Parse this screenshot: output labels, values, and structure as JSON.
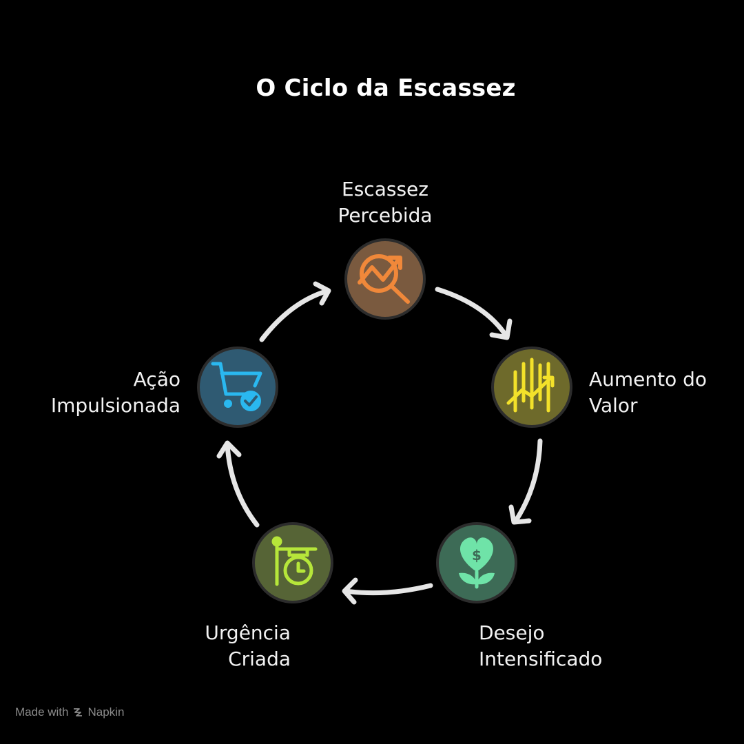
{
  "title": "O Ciclo da Escassez",
  "nodes": [
    {
      "id": "escassez",
      "label_line1": "Escassez",
      "label_line2": "Percebida",
      "icon": "magnifier-trend-icon",
      "fill": "#7a5a3f",
      "accent": "#f0883a"
    },
    {
      "id": "aumento",
      "label_line1": "Aumento do",
      "label_line2": "Valor",
      "icon": "bar-chart-up-icon",
      "fill": "#6e6a2b",
      "accent": "#f3e12a"
    },
    {
      "id": "desejo",
      "label_line1": "Desejo",
      "label_line2": "Intensificado",
      "icon": "heart-dollar-plant-icon",
      "fill": "#3d6b56",
      "accent": "#6fe3a8"
    },
    {
      "id": "urgencia",
      "label_line1": "Urgência",
      "label_line2": "Criada",
      "icon": "hanging-clock-sign-icon",
      "fill": "#566436",
      "accent": "#b6e63a"
    },
    {
      "id": "acao",
      "label_line1": "Ação",
      "label_line2": "Impulsionada",
      "icon": "shopping-cart-check-icon",
      "fill": "#2f5a72",
      "accent": "#2ab8f0"
    }
  ],
  "footer": {
    "made_with": "Made with",
    "brand": "Napkin"
  }
}
